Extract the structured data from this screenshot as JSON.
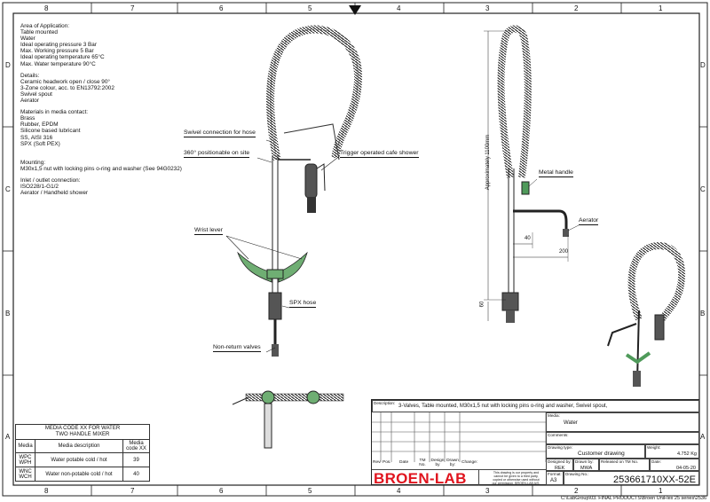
{
  "zones": {
    "columns": [
      "8",
      "7",
      "6",
      "5",
      "4",
      "3",
      "2",
      "1"
    ],
    "rows": [
      "D",
      "C",
      "B",
      "A"
    ]
  },
  "notes": [
    {
      "title": "Area of Application:",
      "lines": [
        "Table mounted",
        "Water",
        "Ideal operating pressure 3 Bar",
        "Max. Working pressure 5 Bar",
        "Ideal operating temperature 65°C",
        "Max. Water temperature 90°C"
      ]
    },
    {
      "title": "Details:",
      "lines": [
        "Ceramic headwork open / close 90°",
        "3-Zone colour, acc. to EN13792:2002",
        "Swivel spout",
        "Aerator"
      ]
    },
    {
      "title": "Materials in media contact:",
      "lines": [
        "Brass",
        "Rubber, EPDM",
        "Silicone based lubricant",
        "SS, AISI 316",
        "SPX (Soft PEX)"
      ]
    },
    {
      "title": "Mounting:",
      "lines": [
        "M30x1,5 nut with locking pins o-ring and washer (See 94G0232)"
      ]
    },
    {
      "title": "Inlet / outlet connection:",
      "lines": [
        "ISO228/1-G1/2",
        "Aerator / Handheld shower"
      ]
    }
  ],
  "callouts": {
    "swivel": "Swivel connection for hose",
    "positionable": "360° positionable on site",
    "trigger": "Trigger operated cafe shower",
    "wrist": "Wrist lever",
    "spx": "SPX hose",
    "nonreturn": "Non-return valves",
    "metal_handle": "Metal handle",
    "aerator": "Aerator"
  },
  "dimensions": {
    "height": "Approximately 1100mm",
    "d40": "40",
    "d200": "200",
    "d60": "60"
  },
  "media_table": {
    "title1": "MEDIA CODE XX FOR WATER",
    "title2": "TWO HANDLE MIXER",
    "headers": [
      "Media",
      "Media description",
      "Media code XX"
    ],
    "rows": [
      {
        "media": "WPC WPH",
        "desc": "Water potable cold / hot",
        "code": "39"
      },
      {
        "media": "WNC WCH",
        "desc": "Water non-potable cold / hot",
        "code": "40"
      }
    ]
  },
  "title_block": {
    "description_label": "Description:",
    "description": "3-Valves, Table mounted, M30x1,5 nut with locking pins o-ring and washer, Swivel spout,",
    "media_label": "Media:",
    "media": "Water",
    "comments_label": "Comments:",
    "drawing_type_label": "Drawing type:",
    "drawing_type": "Customer drawing",
    "weight_label": "Weight:",
    "weight": "4.752 Kg",
    "rev_headers": [
      "Rev.",
      "Pos.",
      "Date",
      "TM No.",
      "Design by",
      "Drawn by:",
      "Change:"
    ],
    "designed_by_label": "Designed by:",
    "designed_by": "REK",
    "drawn_by_label": "Drawn by:",
    "drawn_by": "MWA",
    "released_label": "Released on TM No.",
    "date_label": "Date:",
    "date": "04-05-20",
    "format_label": "Format:",
    "format": "A3",
    "drawing_no_label": "Drawing No.:",
    "drawing_no": "253661710XX-52E",
    "logo": "BROEN-LAB",
    "logo_color": "#e0141e",
    "disclaimer": "This drawing is our property and cannot be given to a third party, copied or otherwise used without our permission. BROEN-LAB A/S."
  },
  "file_path": "C:\\LabGroup\\03. FINAL PRODUCTS\\Broen UniFlex 25 series\\2536"
}
